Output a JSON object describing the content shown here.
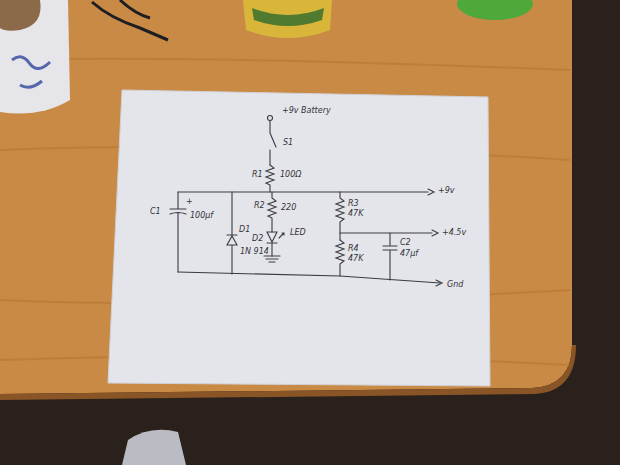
{
  "diagram": {
    "labels": [
      "+9v Battery",
      "S1",
      "R1",
      "100Ω",
      "R2",
      "220",
      "D2",
      "LED",
      "C1",
      "+",
      "100μf",
      "D1",
      "1N 914",
      "R3",
      "47K",
      "R4",
      "47K",
      "C2",
      "47μf",
      "+9v",
      "+4.5v",
      "Gnd"
    ]
  }
}
